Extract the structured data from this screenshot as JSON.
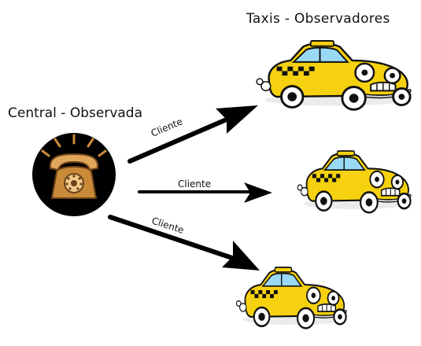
{
  "central_label": "Central - Observada",
  "observers_label": "Taxis - Observadores",
  "arrows": [
    {
      "label": "Cliente"
    },
    {
      "label": "Cliente"
    },
    {
      "label": "Cliente"
    }
  ],
  "icons": {
    "central": "telephone-icon",
    "observer": "taxi-icon"
  },
  "colors": {
    "taxi_body": "#f5d10f",
    "telephone": "#c98a3a",
    "arrow": "#000000"
  }
}
